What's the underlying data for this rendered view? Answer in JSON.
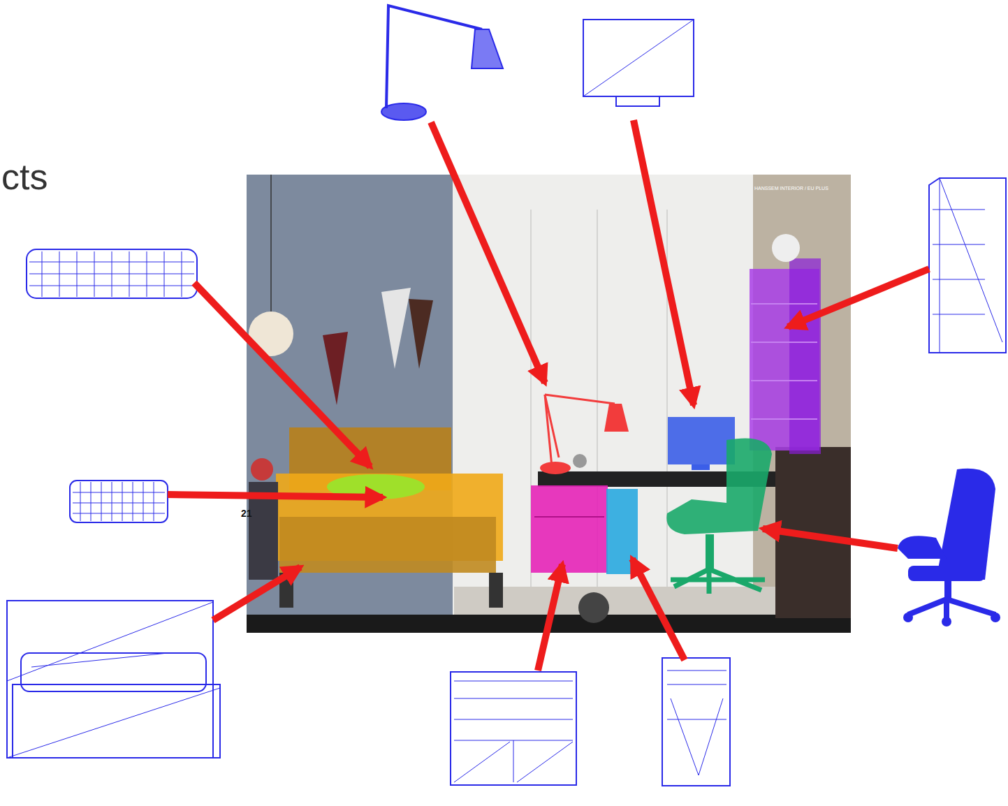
{
  "diagram": {
    "labels": [
      "cts",
      "HANSSEM INTERIOR / EU PLUS",
      "21"
    ]
  }
}
